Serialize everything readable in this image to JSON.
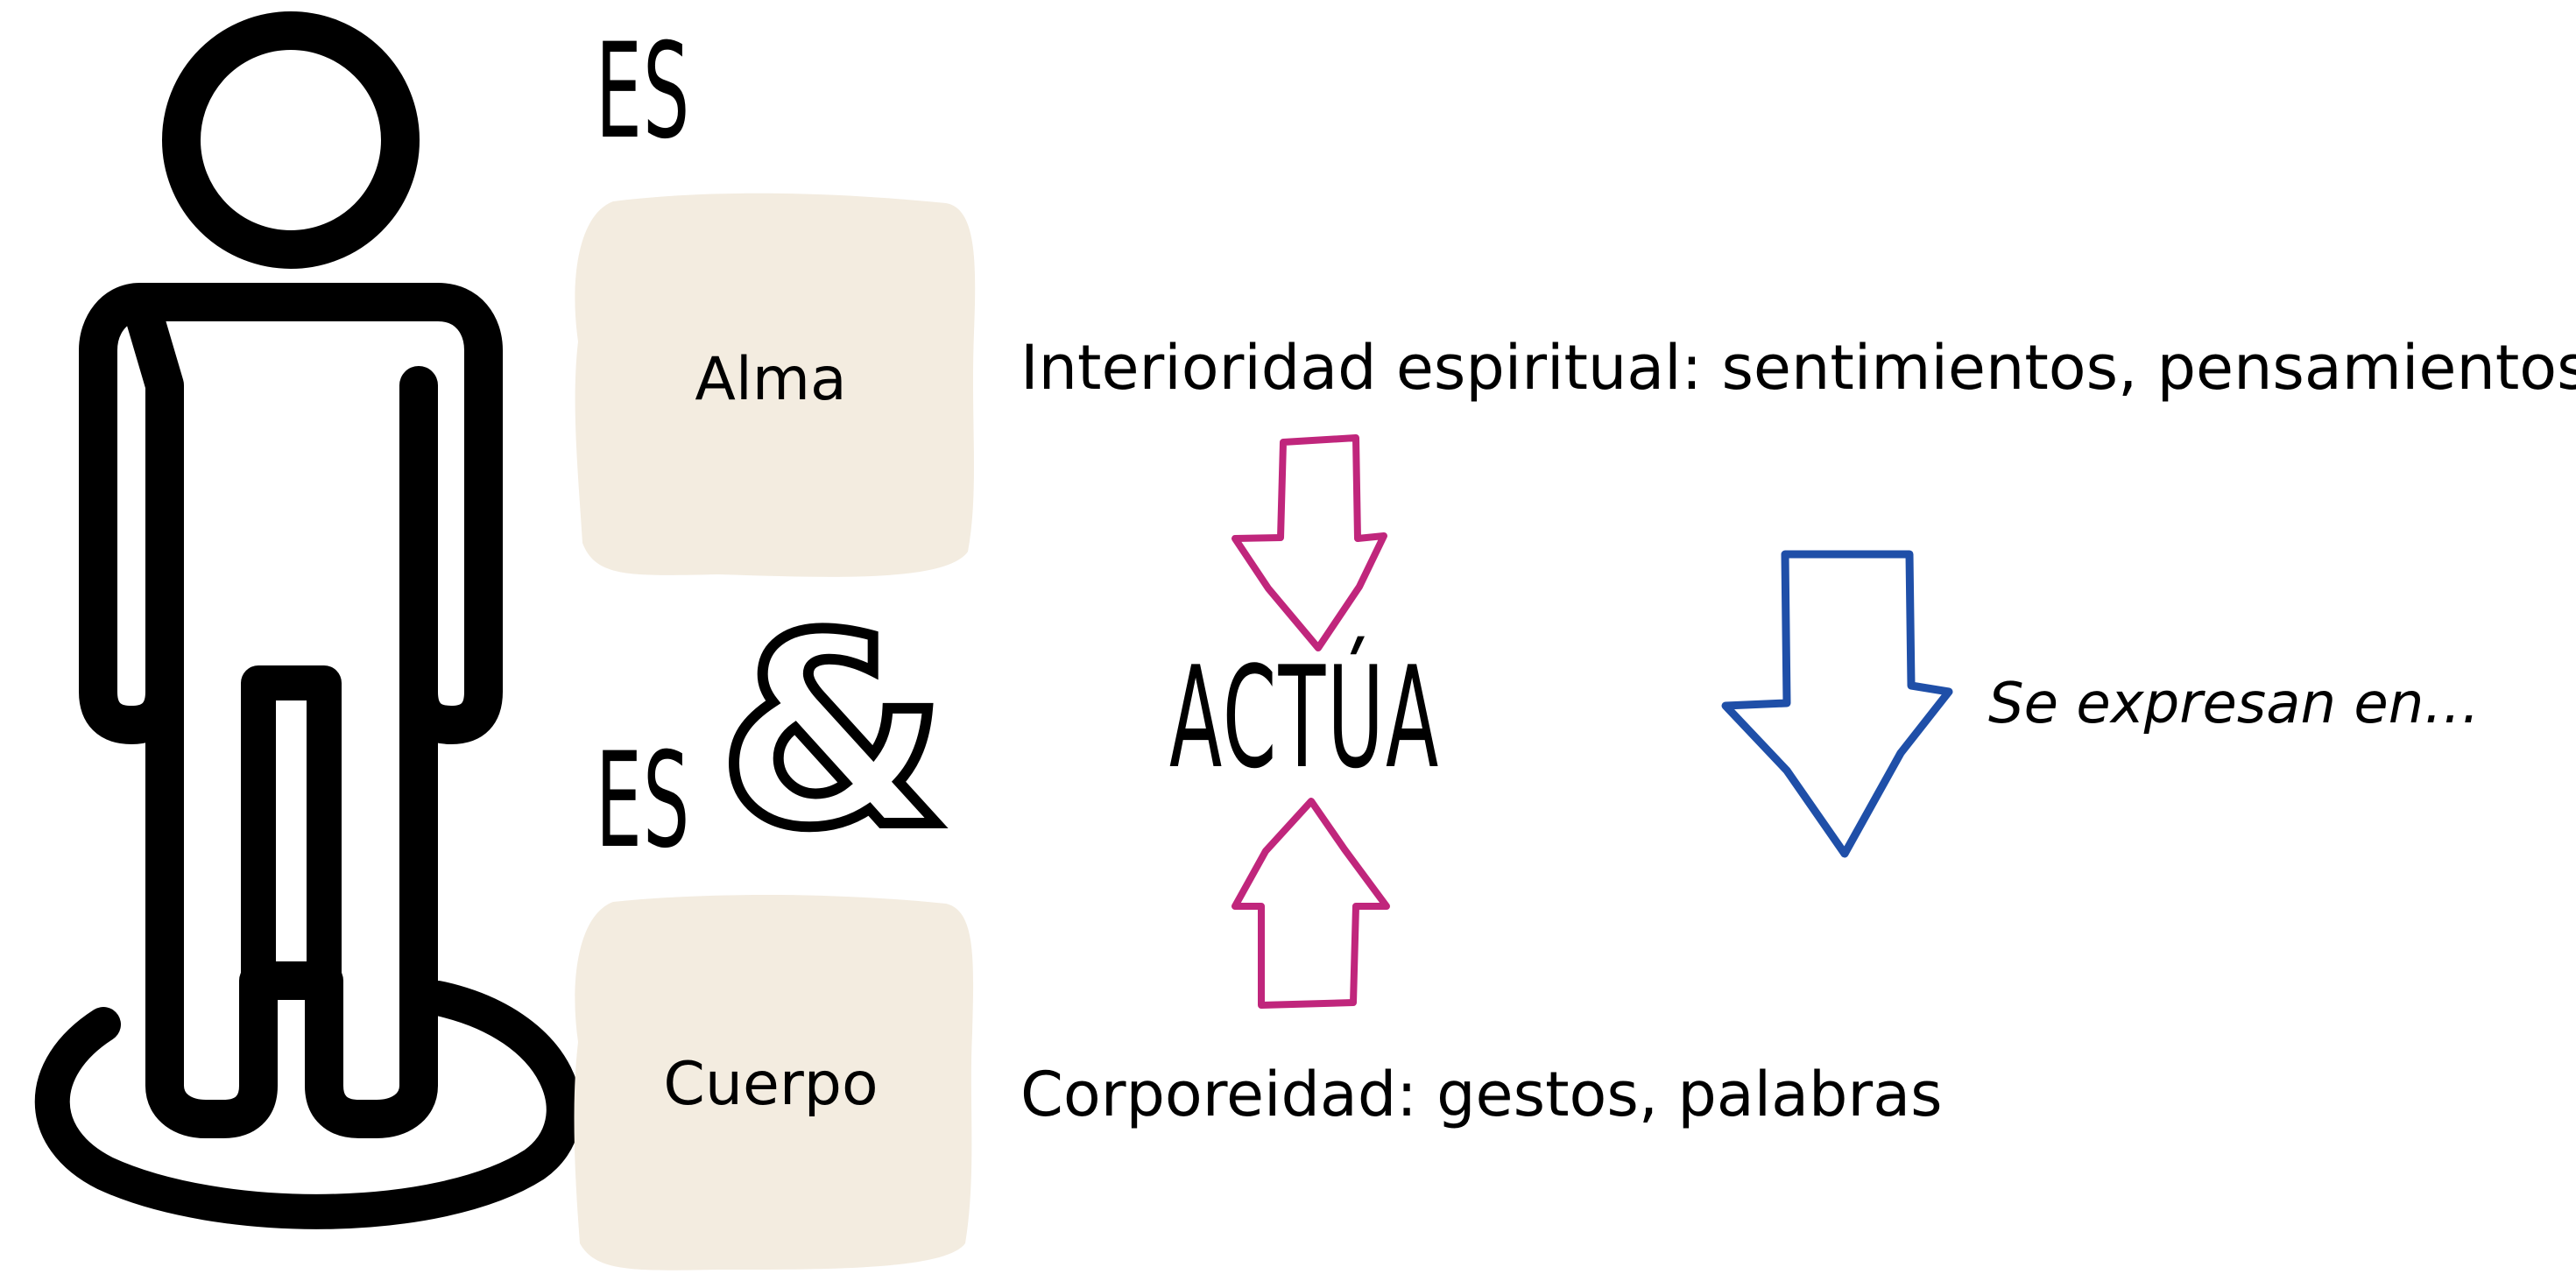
{
  "diagram": {
    "es_top": "ES",
    "es_bottom": "ES",
    "ampersand": "&",
    "alma_label": "Alma",
    "cuerpo_label": "Cuerpo",
    "interioridad_text": "Interioridad espiritual: sentimientos, pensamientos…",
    "corporeidad_text": "Corporeidad: gestos, palabras",
    "actua_label": "ACTÚA",
    "expresan_text": "Se expresan en…"
  },
  "colors": {
    "box_fill": "#f3ece0",
    "magenta_arrow": "#c0267c",
    "blue_arrow": "#1f4fa8",
    "ink": "#000000"
  },
  "icons": [
    "person-icon",
    "ampersand-icon",
    "magenta-down-arrow-icon",
    "magenta-up-arrow-icon",
    "blue-down-arrow-icon"
  ]
}
